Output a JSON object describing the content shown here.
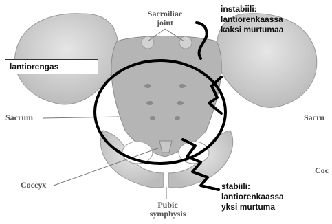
{
  "labels": {
    "sacroiliac_line1": "Sacroiliac",
    "sacroiliac_line2": "joint",
    "sacrum_left": "Sacrum",
    "sacrum_right": "Sacru",
    "coccyx_left": "Coccyx",
    "coccyx_right": "Coc",
    "pubic_line1": "Pubic",
    "pubic_line2": "symphysis"
  },
  "annotations": {
    "pelvic_ring": "lantiorengas",
    "unstable_line1": "instabiili:",
    "unstable_line2": "lantiorenkaassa",
    "unstable_line3": "kaksi murtumaa",
    "stable_line1": "stabiili:",
    "stable_line2": "lantiorenkaassa",
    "stable_line3": "yksi murtuma"
  }
}
